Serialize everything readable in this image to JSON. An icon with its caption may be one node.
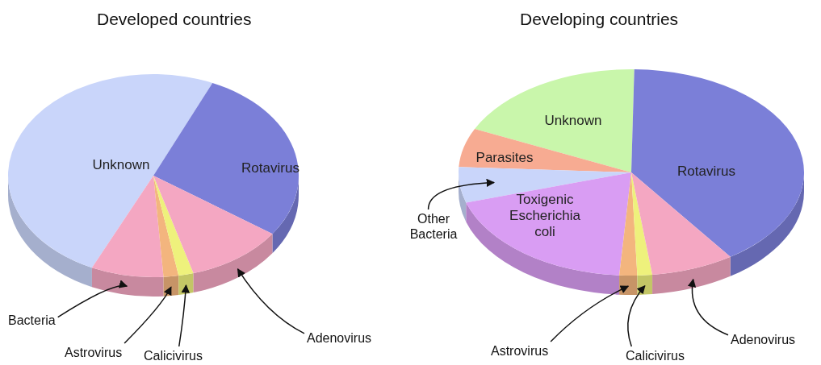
{
  "diagram": {
    "nodes": [
      {
        "text": [
          "Unknown"
        ]
      },
      {
        "text": [
          "Rotavirus"
        ]
      },
      {
        "text": [],
        "shape": "slice"
      },
      {
        "text": [],
        "shape": "slice"
      },
      {
        "text": [],
        "shape": "slice"
      },
      {
        "text": [],
        "shape": "slice"
      },
      {
        "text": [
          "Bacteria"
        ]
      },
      {
        "text": [
          "Astrovirus"
        ]
      },
      {
        "text": [
          "Calicivirus"
        ]
      },
      {
        "text": [
          "Adenovirus"
        ]
      },
      {
        "text": [
          "Unknown"
        ]
      },
      {
        "text": [
          "Parasites"
        ]
      },
      {
        "text": [],
        "shape": "slice"
      },
      {
        "text": [
          "Toxigenic Escherichia coli"
        ]
      },
      {
        "text": [
          "Rotavirus"
        ]
      },
      {
        "text": [],
        "shape": "slice"
      },
      {
        "text": [],
        "shape": "slice"
      },
      {
        "text": [],
        "shape": "slice"
      },
      {
        "text": [
          "Other Bacteria"
        ]
      },
      {
        "text": [
          "Astrovirus"
        ]
      },
      {
        "text": [
          "Calicivirus"
        ]
      },
      {
        "text": [
          "Adenovirus"
        ]
      }
    ],
    "edges": [
      {
        "from": 6,
        "to": 2,
        "arrow": "to"
      },
      {
        "from": 7,
        "to": 3,
        "arrow": "to"
      },
      {
        "from": 8,
        "to": 4,
        "arrow": "to"
      },
      {
        "from": 9,
        "to": 5,
        "arrow": "to"
      },
      {
        "from": 18,
        "to": 12,
        "arrow": "to"
      },
      {
        "from": 19,
        "to": 15,
        "arrow": "to"
      },
      {
        "from": 20,
        "to": 16,
        "arrow": "to"
      },
      {
        "from": 21,
        "to": 17,
        "arrow": "to"
      }
    ],
    "labels": [
      "Developed countries",
      "Developing countries"
    ]
  }
}
